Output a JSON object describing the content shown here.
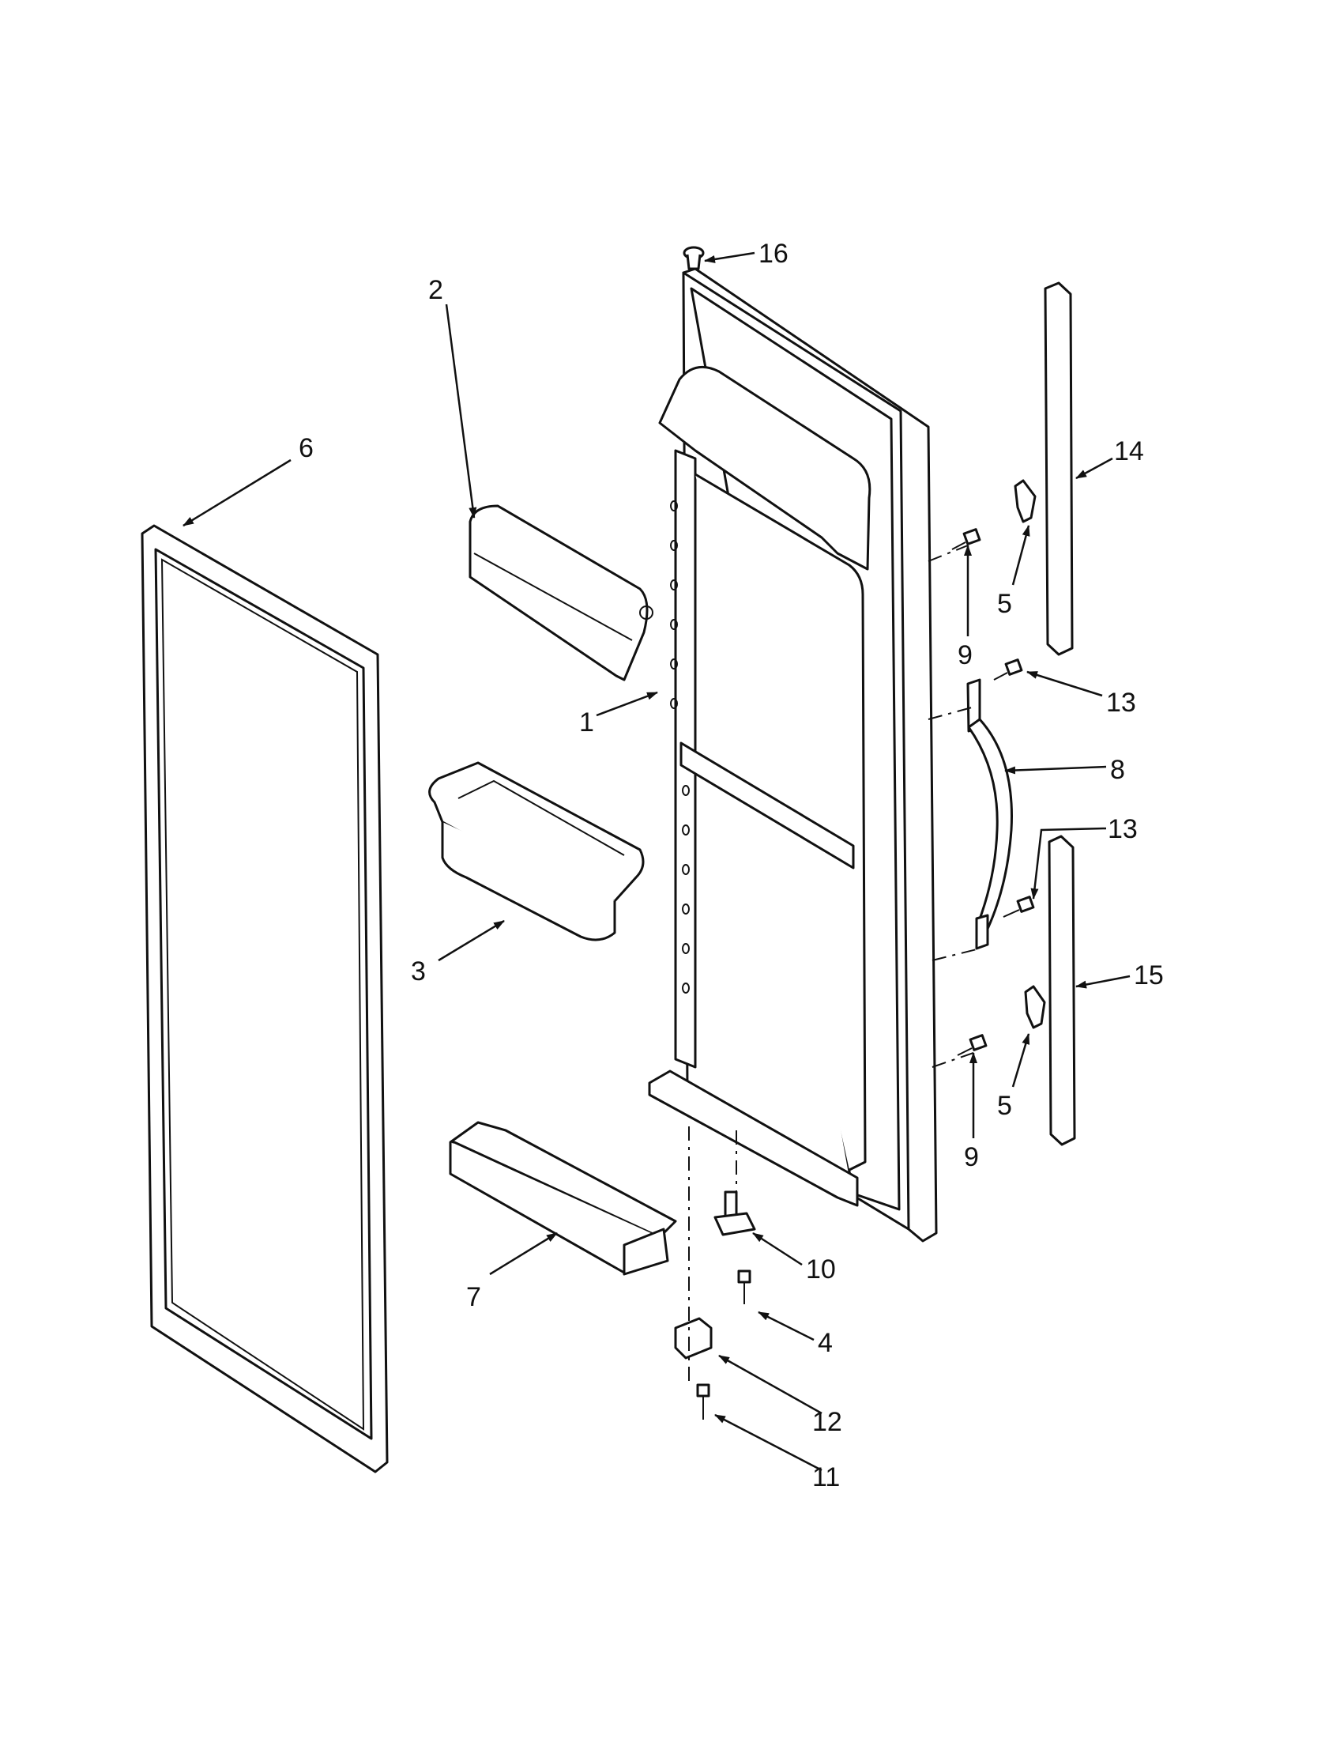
{
  "callouts": {
    "c1": "1",
    "c2": "2",
    "c3": "3",
    "c4": "4",
    "c5a": "5",
    "c5b": "5",
    "c6": "6",
    "c7": "7",
    "c8": "8",
    "c9a": "9",
    "c9b": "9",
    "c10": "10",
    "c11": "11",
    "c12": "12",
    "c13a": "13",
    "c13b": "13",
    "c14": "14",
    "c15": "15",
    "c16": "16"
  },
  "colors": {
    "ink": "#111111",
    "paper": "#ffffff"
  }
}
